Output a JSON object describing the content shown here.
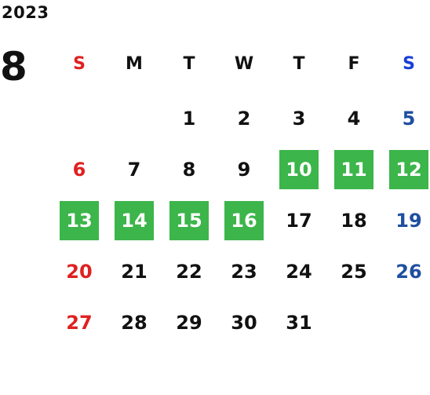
{
  "calendar": {
    "year": "2023",
    "month": "8",
    "weekdays": [
      "S",
      "M",
      "T",
      "W",
      "T",
      "F",
      "S"
    ],
    "weekday_colors": [
      "#e02020",
      "#111111",
      "#111111",
      "#111111",
      "#111111",
      "#111111",
      "#1a3fd6"
    ],
    "weeks": [
      [
        "",
        "",
        "1",
        "2",
        "3",
        "4",
        "5"
      ],
      [
        "6",
        "7",
        "8",
        "9",
        "10",
        "11",
        "12"
      ],
      [
        "13",
        "14",
        "15",
        "16",
        "17",
        "18",
        "19"
      ],
      [
        "20",
        "21",
        "22",
        "23",
        "24",
        "25",
        "26"
      ],
      [
        "27",
        "28",
        "29",
        "30",
        "31",
        "",
        ""
      ]
    ],
    "highlighted_days": [
      "10",
      "11",
      "12",
      "13",
      "14",
      "15",
      "16"
    ],
    "highlight_color": "#3cb54a",
    "sunday_color": "#e02020",
    "saturday_color": "#1f4fa0",
    "weekday_color": "#111111"
  }
}
